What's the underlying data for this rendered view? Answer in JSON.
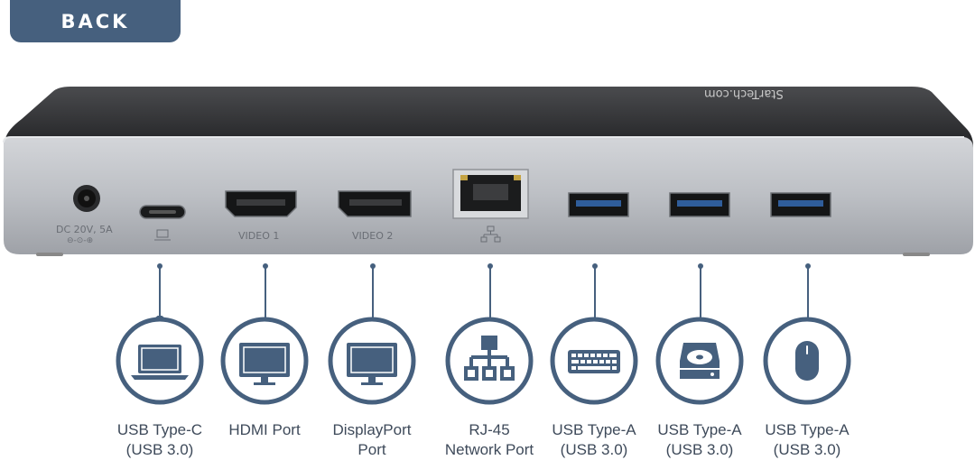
{
  "nav": {
    "back_label": "BACK"
  },
  "device": {
    "brand_text": "StarTech.com",
    "labels": {
      "dc_power": "DC 20V, 5A",
      "dc_polarity": "⊖-⊙-⊕",
      "video1": "VIDEO 1",
      "video2": "VIDEO 2"
    }
  },
  "features": [
    {
      "line1": "USB Type-C",
      "line2": "(USB 3.0)",
      "icon": "laptop-icon"
    },
    {
      "line1": "HDMI Port",
      "line2": "",
      "icon": "monitor-icon"
    },
    {
      "line1": "DisplayPort",
      "line2": "Port",
      "icon": "monitor-icon"
    },
    {
      "line1": "RJ-45",
      "line2": "Network Port",
      "icon": "network-icon"
    },
    {
      "line1": "USB Type-A",
      "line2": "(USB 3.0)",
      "icon": "keyboard-icon"
    },
    {
      "line1": "USB Type-A",
      "line2": "(USB 3.0)",
      "icon": "hard-drive-icon"
    },
    {
      "line1": "USB Type-A",
      "line2": "(USB 3.0)",
      "icon": "mouse-icon"
    }
  ],
  "colors": {
    "accent": "#46607e",
    "body_silver": "#b9bcc1",
    "top_dark": "#2e2f31"
  }
}
